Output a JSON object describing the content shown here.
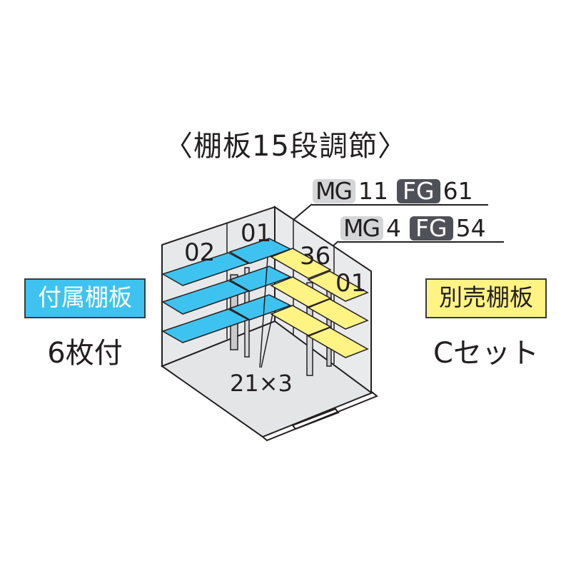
{
  "title": "〈棚板15段調節〉",
  "specs": [
    {
      "mg_label": "MG",
      "mg_value": "11",
      "fg_label": "FG",
      "fg_value": "61"
    },
    {
      "mg_label": "MG",
      "mg_value": "4",
      "fg_label": "FG",
      "fg_value": "54"
    }
  ],
  "left_label": {
    "badge": "付属棚板",
    "sub": "6枚付",
    "color": "#3ec3f0"
  },
  "right_label": {
    "badge": "別売棚板",
    "sub": "Cセット",
    "color": "#fff384"
  },
  "diagram": {
    "shelf_labels": {
      "back_left": "02",
      "back_middle": "01",
      "side_near": "36",
      "side_far": "01"
    },
    "pitch_label": "21×3",
    "colors": {
      "included_shelf": "#3ec3f0",
      "optional_shelf": "#fff384",
      "wall": "#e7e8ea",
      "floor": "#e4e5e7",
      "line": "#231f20"
    }
  }
}
